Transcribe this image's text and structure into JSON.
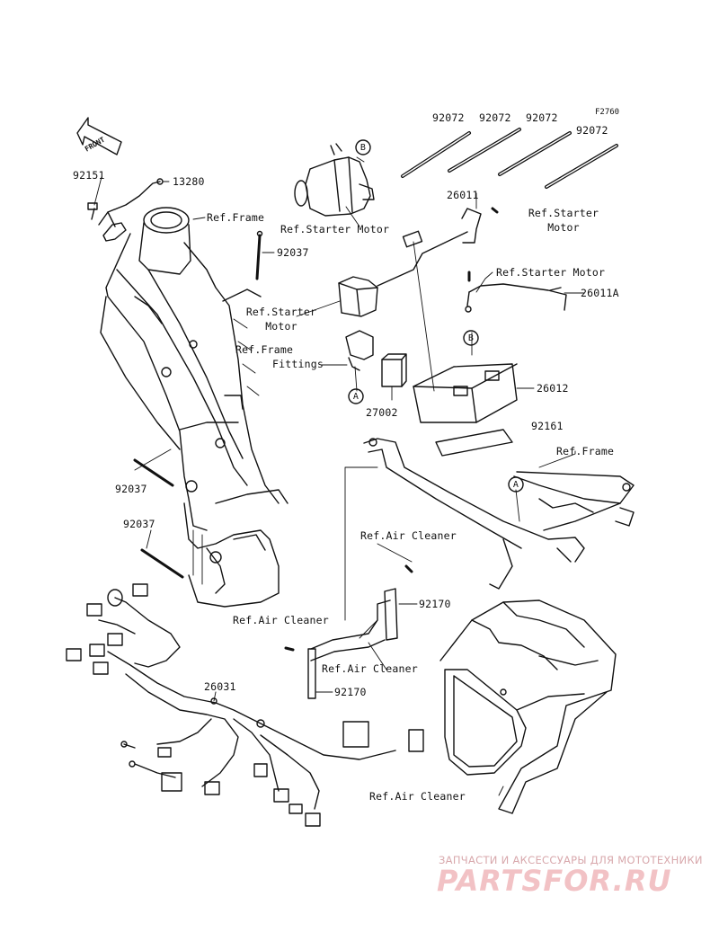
{
  "figure_code": "F2760",
  "callouts": {
    "c1": "92072",
    "c2": "92072",
    "c3": "92072",
    "c4": "92072",
    "c5": "92151",
    "c6": "13280",
    "c7": "92037",
    "c8": "26011",
    "c9": "26011A",
    "c10": "26012",
    "c11": "27002",
    "c12": "92161",
    "c13": "92037",
    "c14": "92037",
    "c15": "92170",
    "c16": "92170",
    "c17": "26031"
  },
  "refs": {
    "r1": "Ref.Frame",
    "r2": "Ref.Starter Motor",
    "r3": "Ref.Starter",
    "r3b": "Motor",
    "r4": "Ref.Starter Motor",
    "r5": "Ref.Starter",
    "r5b": "Motor",
    "r6": "Ref.Frame",
    "r6b": "Fittings",
    "r7": "Ref.Frame",
    "r8": "Ref.Air Cleaner",
    "r9": "Ref.Air Cleaner",
    "r10": "Ref.Air Cleaner",
    "r11": "Ref.Air Cleaner"
  },
  "markers": {
    "a1": "A",
    "a2": "A",
    "b1": "B",
    "b2": "B"
  },
  "front_label": "FRONT",
  "watermark": {
    "tagline": "ЗАПЧАСТИ И АКСЕССУАРЫ ДЛЯ МОТОТЕХНИКИ",
    "logo": "PARTSFOR.RU"
  }
}
